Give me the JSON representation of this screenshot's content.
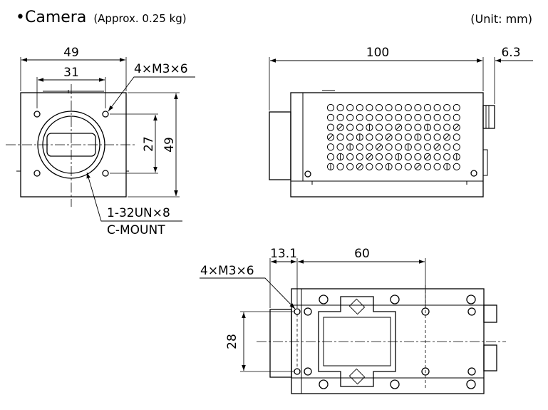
{
  "header": {
    "title": "•Camera",
    "weight_note": "(Approx. 0.25 kg)",
    "unit_note": "(Unit: mm)"
  },
  "front_view": {
    "dim_width": "49",
    "dim_hole_spacing": "31",
    "hole_callout": "4×M3×6",
    "dim_hole_vertical": "27",
    "dim_height": "49",
    "mount_thread": "1-32UN×8",
    "mount_type": "C-MOUNT"
  },
  "side_view": {
    "dim_length": "100",
    "dim_connector": "6.3"
  },
  "bottom_view": {
    "dim_offset": "13.1",
    "dim_hole_spacing": "60",
    "hole_callout": "4×M3×6",
    "dim_hole_vertical": "28"
  },
  "colors": {
    "line": "#000000",
    "background": "#ffffff"
  }
}
